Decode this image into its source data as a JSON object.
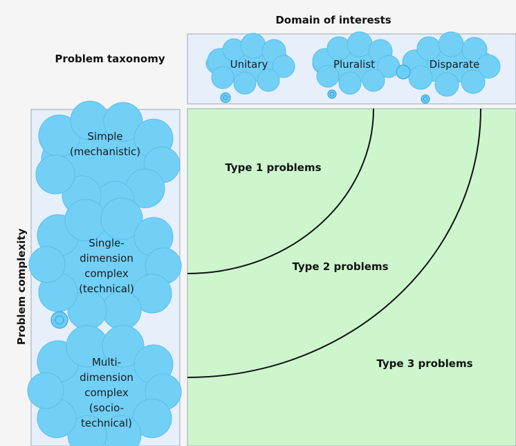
{
  "header": {
    "domain_title": "Domain of interests",
    "taxonomy_title": "Problem taxonomy",
    "complexity_title": "Problem complexity"
  },
  "interest_types": [
    "Unitary",
    "Pluralist",
    "Disparate"
  ],
  "complexity_types": [
    [
      "Simple",
      "(mechanistic)"
    ],
    [
      "Single-",
      "dimension",
      "complex",
      "(technical)"
    ],
    [
      "Multi-",
      "dimension",
      "complex",
      "(socio-",
      "technical)"
    ]
  ],
  "problem_types": [
    "Type 1 problems",
    "Type 2 problems",
    "Type 3 problems"
  ],
  "colors": {
    "cloud": "#72d0f7",
    "panel": "#e6effa",
    "field": "#cdf6cd"
  }
}
